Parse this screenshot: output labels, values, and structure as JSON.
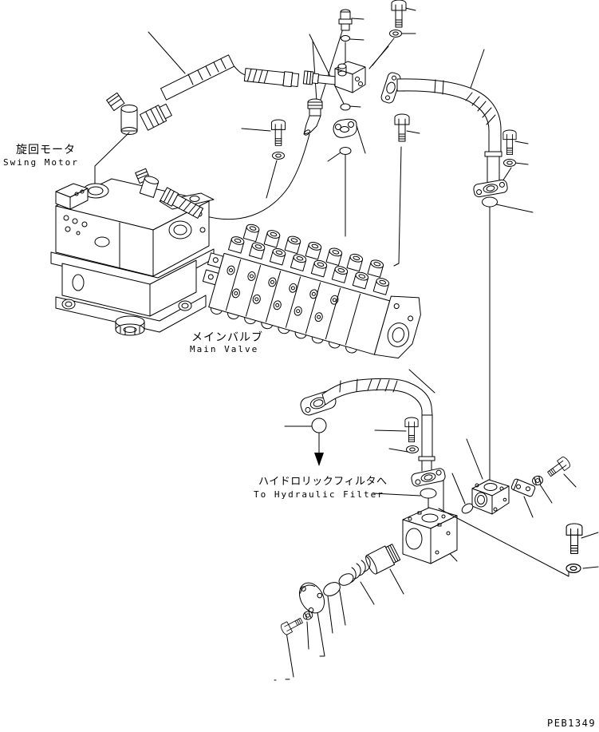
{
  "diagram": {
    "type": "exploded-parts-diagram",
    "labels": {
      "swing_motor_jp": "旋回モータ",
      "swing_motor_en": "Swing Motor",
      "main_valve_jp": "メインバルブ",
      "main_valve_en": "Main Valve",
      "to_filter_jp": "ハイドロリックフィルタへ",
      "to_filter_en": "To Hydraulic Filter",
      "drawing_number": "PEB1349"
    },
    "colors": {
      "line": "#000000",
      "background": "#ffffff"
    },
    "parts": [
      "swing-motor",
      "main-valve",
      "upper-hose",
      "swing-motor-hose",
      "elbow-fitting",
      "hose-fitting",
      "connector-block",
      "flange-plate",
      "upper-return-tube",
      "lower-return-tube",
      "filter-manifold-block",
      "filter-housing-block",
      "plug",
      "spring",
      "o-ring",
      "cover-plate",
      "clamp-bracket",
      "nut",
      "bolt",
      "washer",
      "down-arrow-to-filter"
    ]
  }
}
